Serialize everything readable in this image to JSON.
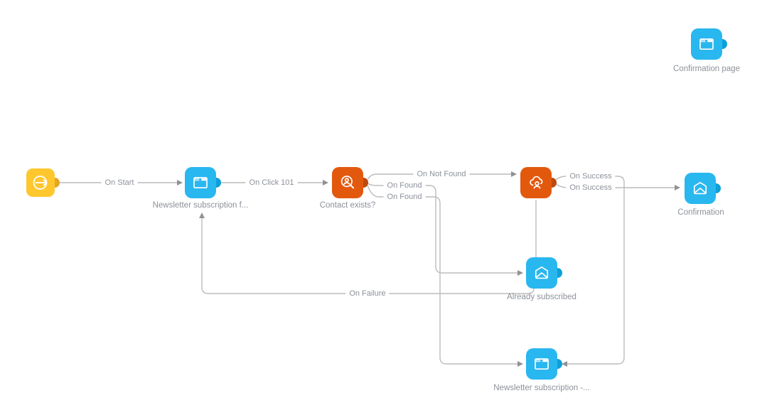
{
  "app": {
    "view": "marketing-automation-flow-designer"
  },
  "colors": {
    "node_yellow": "#ffc72e",
    "node_blue": "#29b7f0",
    "node_orange": "#e2590e",
    "edge_line": "#bcbcbc",
    "label_text": "#8c9199",
    "canvas_bg": "#ffffff"
  },
  "nodes": [
    {
      "id": "start",
      "label": "",
      "icon": "start-arrow-icon",
      "color": "yellow"
    },
    {
      "id": "newsletter-form",
      "label": "Newsletter subscription f...",
      "icon": "browser-window-icon",
      "color": "blue"
    },
    {
      "id": "contact-exists",
      "label": "Contact exists?",
      "icon": "contact-search-icon",
      "color": "orange"
    },
    {
      "id": "update-contact",
      "label": "",
      "icon": "cloud-contact-icon",
      "color": "orange"
    },
    {
      "id": "confirmation-email",
      "label": "Confirmation",
      "icon": "email-icon",
      "color": "blue"
    },
    {
      "id": "already-subscribed",
      "label": "Already subscribed",
      "icon": "email-icon",
      "color": "blue"
    },
    {
      "id": "newsletter-page",
      "label": "Newsletter subscription -...",
      "icon": "browser-window-icon",
      "color": "blue"
    },
    {
      "id": "confirmation-page",
      "label": "Confirmation page",
      "icon": "browser-window-icon",
      "color": "blue"
    }
  ],
  "edges": [
    {
      "from": "start",
      "to": "newsletter-form",
      "label": "On Start"
    },
    {
      "from": "newsletter-form",
      "to": "contact-exists",
      "label": "On Click 101"
    },
    {
      "from": "contact-exists",
      "to": "update-contact",
      "label": "On Not Found"
    },
    {
      "from": "contact-exists",
      "to": "already-subscribed",
      "label": "On Found"
    },
    {
      "from": "contact-exists",
      "to": "newsletter-page",
      "label": "On Found"
    },
    {
      "from": "update-contact",
      "to": "newsletter-page",
      "label": "On Success"
    },
    {
      "from": "update-contact",
      "to": "confirmation-email",
      "label": "On Success"
    },
    {
      "from": "update-contact",
      "to": "already-subscribed",
      "label": ""
    },
    {
      "from": "already-subscribed",
      "to": "newsletter-form",
      "label": "On Failure"
    }
  ]
}
